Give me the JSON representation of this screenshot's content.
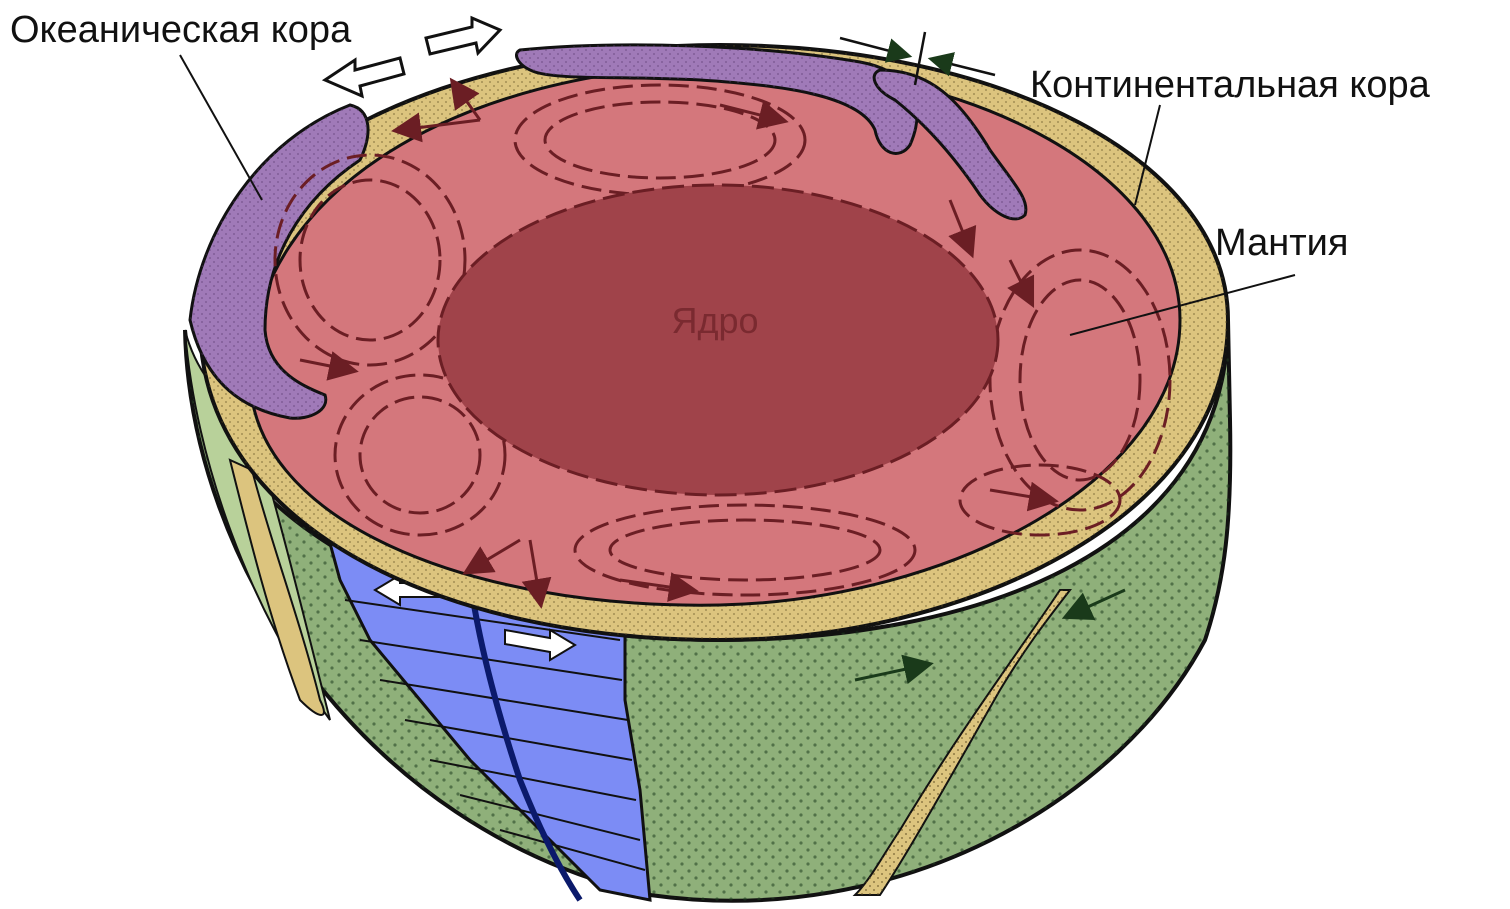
{
  "labels": {
    "oceanic_crust": "Океаническая кора",
    "continental_crust": "Континентальная кора",
    "mantle": "Мантия",
    "core": "Ядро"
  },
  "colors": {
    "mantle": "#d4777c",
    "core": "#a0434a",
    "oceanic_crust": "#a07ab8",
    "continental_crust": "#dcc47e",
    "outer_surface": "#8fb07a",
    "outer_surface_light": "#b8d19a",
    "ridge_zone": "#7c8cf5",
    "convection_arrows": "#6b1e24",
    "outline": "#111111"
  }
}
